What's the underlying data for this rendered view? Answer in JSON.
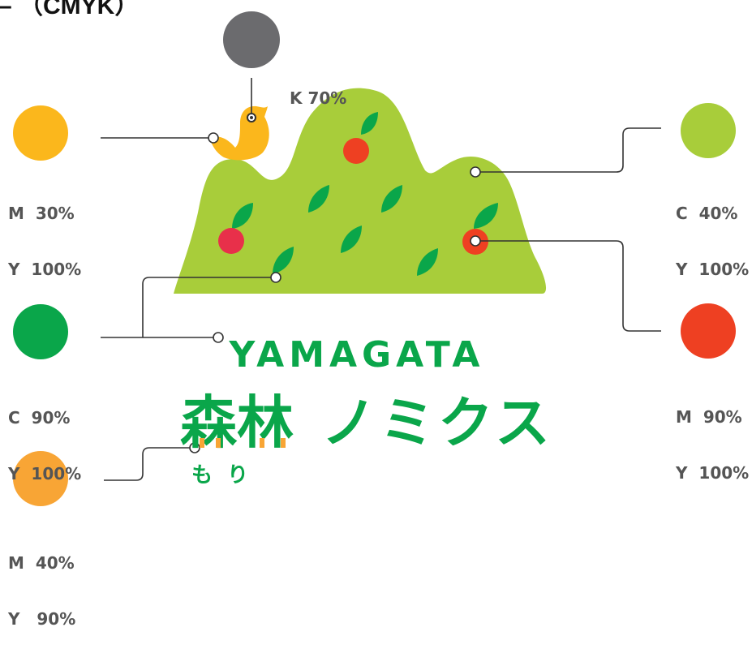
{
  "header": {
    "title": "– （CMYK）"
  },
  "swatches": [
    {
      "id": "black",
      "color": "#6b6b6e",
      "line1": "K 70%",
      "line2": ""
    },
    {
      "id": "yellow",
      "color": "#fbb71c",
      "line1": "M  30%",
      "line2": "Y  100%"
    },
    {
      "id": "green",
      "color": "#0aa64a",
      "line1": "C  90%",
      "line2": "Y  100%"
    },
    {
      "id": "orange",
      "color": "#f8a535",
      "line1": "M  40%",
      "line2": "Y   90%"
    },
    {
      "id": "yellow-green",
      "color": "#a8cd3a",
      "line1": "C  40%",
      "line2": "Y  100%"
    },
    {
      "id": "red",
      "color": "#ee4022",
      "line1": "M  90%",
      "line2": "Y  100%"
    }
  ],
  "logo": {
    "wordmark": "YAMAGATA",
    "kanji": "森林",
    "katakana": "ノミクス",
    "ruby": "も  り"
  },
  "palette": {
    "mountain": "#a8cd3a",
    "leaf": "#0aa64a",
    "fruit": "#e8304a",
    "bird": "#fbb71c",
    "trunk": "#f8a535",
    "line": "#333333"
  }
}
